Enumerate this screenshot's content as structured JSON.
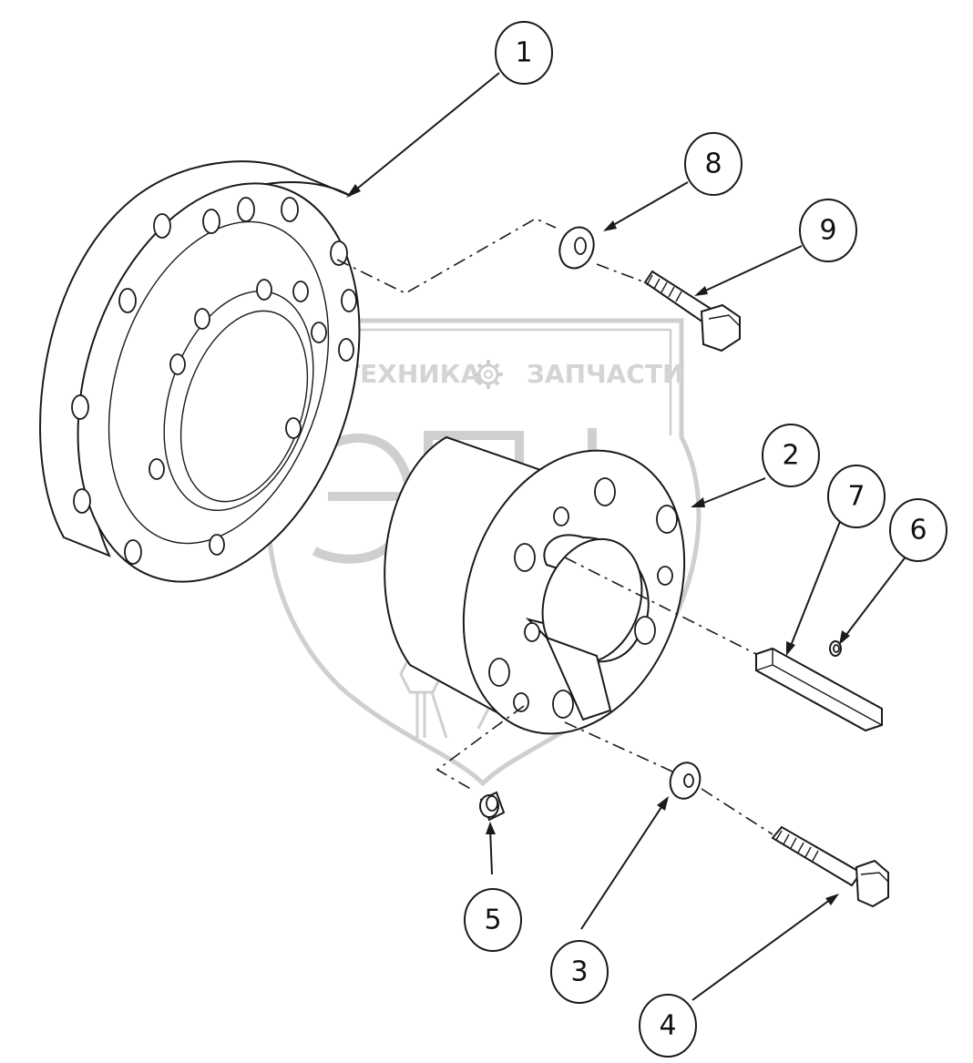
{
  "watermark": {
    "left_text": "ТЕХНИКА",
    "right_text": "ЗАПЧАСТИ",
    "logo": "ЭПФ"
  },
  "callouts": [
    {
      "id": "1",
      "label": "1"
    },
    {
      "id": "2",
      "label": "2"
    },
    {
      "id": "3",
      "label": "3"
    },
    {
      "id": "4",
      "label": "4"
    },
    {
      "id": "5",
      "label": "5"
    },
    {
      "id": "6",
      "label": "6"
    },
    {
      "id": "7",
      "label": "7"
    },
    {
      "id": "8",
      "label": "8"
    },
    {
      "id": "9",
      "label": "9"
    }
  ],
  "icons": {
    "gear": "gear-icon"
  }
}
